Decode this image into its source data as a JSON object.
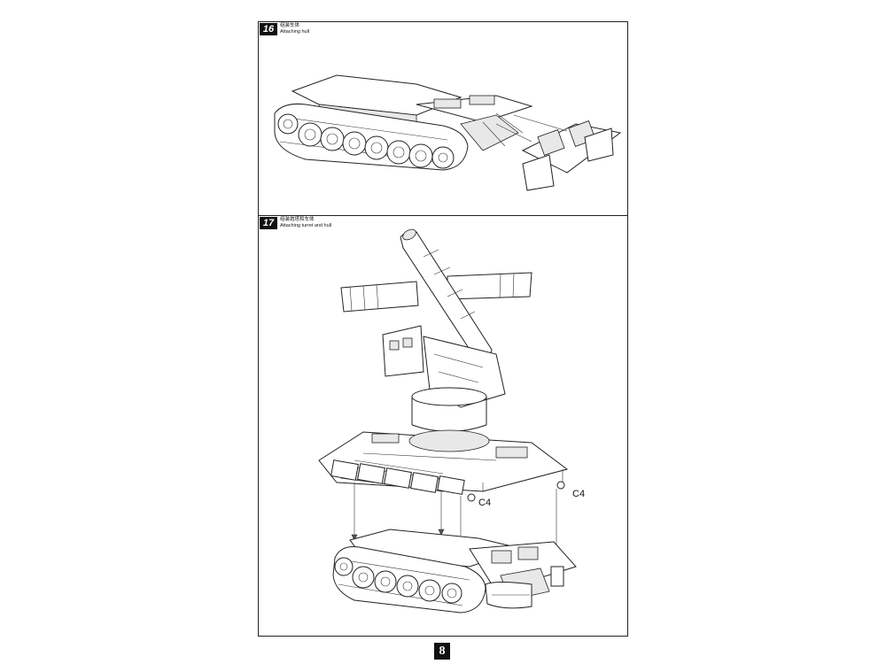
{
  "steps": [
    {
      "number": "16",
      "title_cn": "组装车体",
      "title_en": "Attaching hull"
    },
    {
      "number": "17",
      "title_cn": "组装炮塔和车体",
      "title_en": "Attaching turret and  hull"
    }
  ],
  "callouts": {
    "left": "C4",
    "right": "C4"
  },
  "page_number": "8"
}
